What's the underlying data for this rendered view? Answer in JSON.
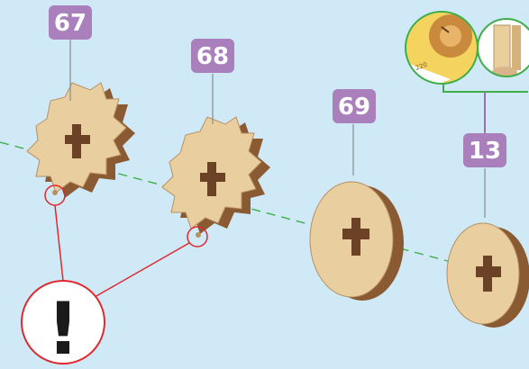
{
  "colors": {
    "background": "#cfe9f6",
    "badge": "#a97fbc",
    "axis_dash": "#3fae49",
    "leader_line": "#8b8b8b",
    "warning_red": "#e0282f",
    "callout_green": "#3fae49",
    "bracket_purple": "#9a6fb0",
    "wood_light": "#e9cfa0",
    "wood_dark": "#8a5a33"
  },
  "badges": {
    "part_67": "67",
    "part_68": "68",
    "part_69": "69",
    "part_13": "13"
  },
  "warning": {
    "symbol": "!",
    "icon": "exclamation-icon"
  },
  "callout": {
    "reference_note": "220"
  }
}
